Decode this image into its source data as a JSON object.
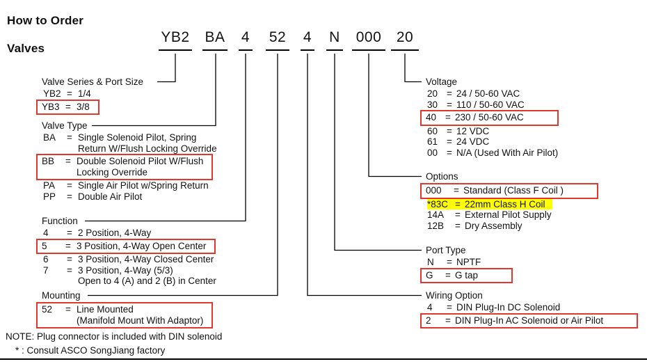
{
  "header": {
    "title_line1": "How to Order",
    "title_line2": "Valves"
  },
  "equals": "=",
  "code_segments": [
    "YB2",
    "BA",
    "4",
    "52",
    "4",
    "N",
    "000",
    "20"
  ],
  "left_sections": [
    {
      "title": "Valve Series & Port Size",
      "items": [
        {
          "code": "YB2",
          "line1": "1/4"
        },
        {
          "code": "YB3",
          "line1": "3/8",
          "boxed": true
        }
      ]
    },
    {
      "title": "Valve Type",
      "items": [
        {
          "code": "BA",
          "line1": "Single Solenoid Pilot, Spring",
          "line2": "Return W/Flush Locking Override"
        },
        {
          "code": "BB",
          "line1": "Double Solenoid Pilot W/Flush",
          "line2": "Locking Override",
          "boxed": true
        },
        {
          "code": "PA",
          "line1": "Single Air Pilot w/Spring Return"
        },
        {
          "code": "PP",
          "line1": "Double Air Pilot"
        }
      ]
    },
    {
      "title": "Function",
      "items": [
        {
          "code": "4",
          "line1": "2 Position, 4-Way"
        },
        {
          "code": "5",
          "line1": "3 Position, 4-Way Open Center",
          "boxed": true
        },
        {
          "code": "6",
          "line1": "3 Position, 4-Way Closed Center"
        },
        {
          "code": "7",
          "line1": "3 Position, 4-Way (5/3)",
          "line2": "Open to 4 (A) and 2 (B) in Center"
        }
      ]
    },
    {
      "title": "Mounting",
      "items": [
        {
          "code": "52",
          "line1": "Line Mounted",
          "line2": "(Manifold Mount With Adaptor)",
          "boxed": true
        }
      ]
    }
  ],
  "right_sections": [
    {
      "title": "Voltage",
      "items": [
        {
          "code": "20",
          "line1": "24 / 50-60 VAC"
        },
        {
          "code": "30",
          "line1": "110 / 50-60 VAC"
        },
        {
          "code": "40",
          "line1": "230 / 50-60 VAC",
          "boxed": true
        },
        {
          "code": "60",
          "line1": "12 VDC"
        },
        {
          "code": "61",
          "line1": "24 VDC"
        },
        {
          "code": "00",
          "line1": "N/A (Used With Air Pilot)"
        }
      ]
    },
    {
      "title": "Options",
      "items": [
        {
          "code": "000",
          "line1": "Standard (Class F Coil )",
          "boxed": true
        },
        {
          "code": "*83C",
          "line1": "22mm Class H Coil",
          "highlight": true
        },
        {
          "code": "14A",
          "line1": "External Pilot Supply"
        },
        {
          "code": "12B",
          "line1": "Dry Assembly"
        }
      ]
    },
    {
      "title": "Port Type",
      "items": [
        {
          "code": "N",
          "line1": "NPTF"
        },
        {
          "code": "G",
          "line1": "G tap",
          "boxed": true
        }
      ]
    },
    {
      "title": "Wiring Option",
      "items": [
        {
          "code": "4",
          "line1": "DIN Plug-In DC Solenoid"
        },
        {
          "code": "2",
          "line1": "DIN Plug-In AC Solenoid or Air Pilot",
          "boxed": true
        }
      ]
    }
  ],
  "notes": {
    "note1": "NOTE: Plug connector is included with DIN solenoid",
    "note2": "* : Consult ASCO SongJiang factory"
  },
  "colors": {
    "box_red": "#e0372e",
    "highlight_yellow": "#ffff00"
  }
}
